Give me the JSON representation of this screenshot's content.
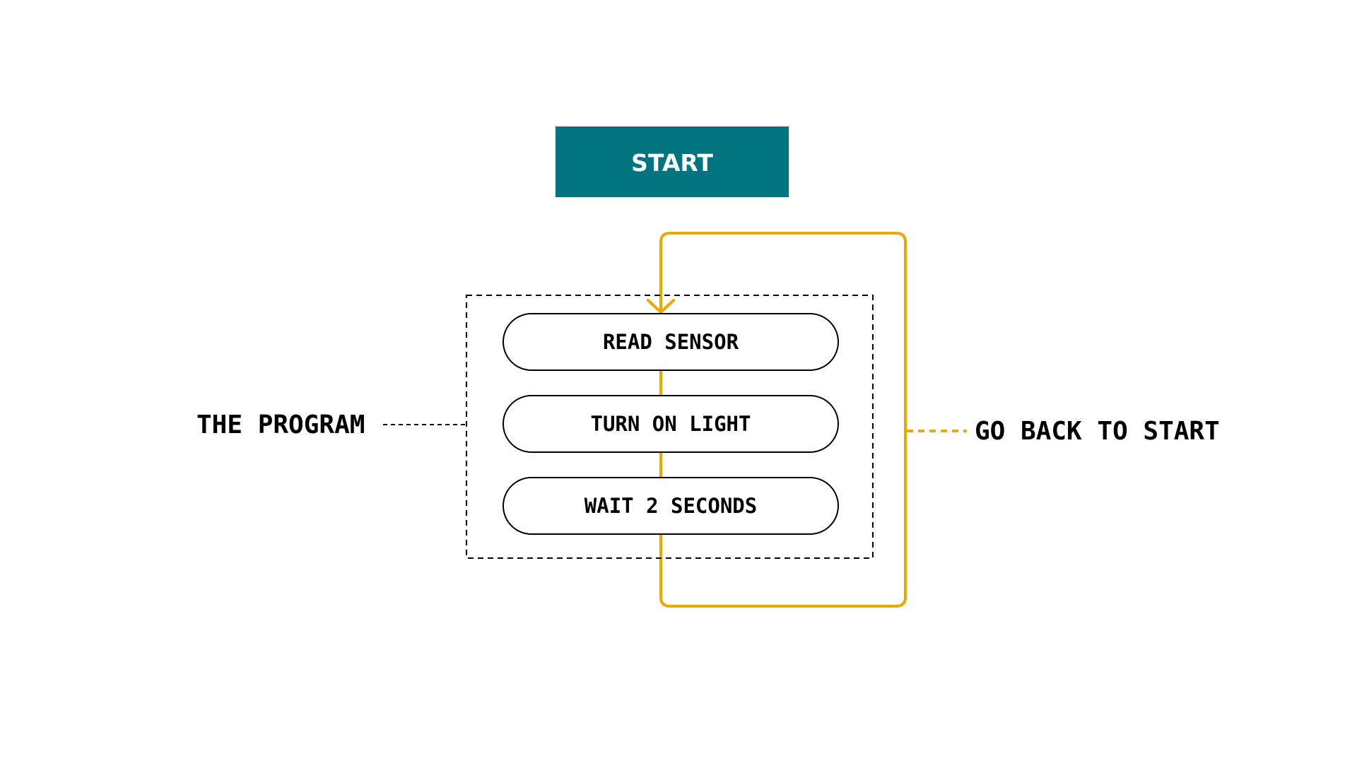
{
  "diagram": {
    "start": {
      "label": "START"
    },
    "program_label": "THE PROGRAM",
    "loop_label": "GO BACK TO START",
    "steps": [
      {
        "label": "READ SENSOR"
      },
      {
        "label": "TURN ON LIGHT"
      },
      {
        "label": "WAIT 2 SECONDS"
      }
    ],
    "colors": {
      "start_fill": "#00757f",
      "start_text": "#ffffff",
      "loop": "#e8a900",
      "outline": "#000000"
    }
  }
}
